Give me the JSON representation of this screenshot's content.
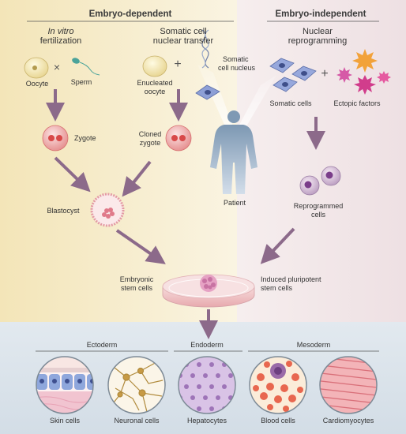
{
  "headers": {
    "embryo_dependent": "Embryo-dependent",
    "embryo_independent": "Embryo-independent"
  },
  "methods": {
    "ivf_line1": "In vitro",
    "ivf_line2": "fertilization",
    "scnt_line1": "Somatic cell",
    "scnt_line2": "nuclear transfer",
    "nr_line1": "Nuclear",
    "nr_line2": "reprogramming"
  },
  "labels": {
    "oocyte": "Oocyte",
    "sperm": "Sperm",
    "enucleated_1": "Enucleated",
    "enucleated_2": "oocyte",
    "somatic_nucleus_1": "Somatic",
    "somatic_nucleus_2": "cell nucleus",
    "somatic_cells": "Somatic cells",
    "ectopic_factors": "Ectopic factors",
    "zygote": "Zygote",
    "cloned_1": "Cloned",
    "cloned_2": "zygote",
    "patient": "Patient",
    "blastocyst": "Blastocyst",
    "reprogrammed_1": "Reprogrammed",
    "reprogrammed_2": "cells",
    "esc_1": "Embryonic",
    "esc_2": "stem cells",
    "ips_1": "Induced pluripotent",
    "ips_2": "stem cells"
  },
  "symbols": {
    "times": "×",
    "plus": "+"
  },
  "germ_layers": {
    "ectoderm": "Ectoderm",
    "endoderm": "Endoderm",
    "mesoderm": "Mesoderm"
  },
  "cell_types": [
    "Skin cells",
    "Neuronal cells",
    "Hepatocytes",
    "Blood cells",
    "Cardiomyocytes"
  ],
  "colors": {
    "left_bg": "#f6ecc9",
    "right_bg": "#f1e6e6",
    "bottom_bg": "#dde5ec",
    "arrow": "#8c6a8a"
  }
}
